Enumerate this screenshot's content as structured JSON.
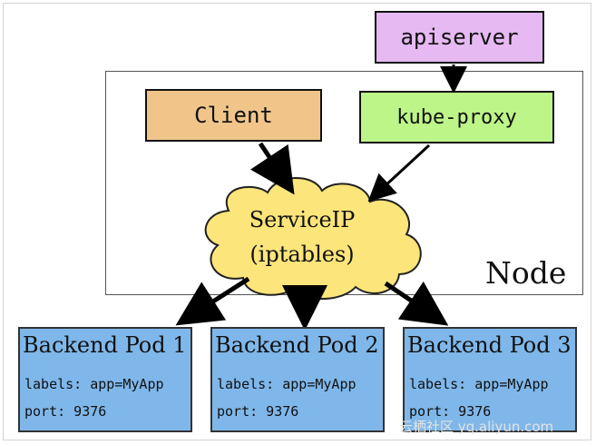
{
  "nodes": {
    "apiserver": "apiserver",
    "client": "Client",
    "kube_proxy": "kube-proxy",
    "service_ip_line1": "ServiceIP",
    "service_ip_line2": "(iptables)",
    "node": "Node"
  },
  "pods": [
    {
      "title": "Backend Pod 1",
      "labels": "labels: app=MyApp",
      "port": "port: 9376"
    },
    {
      "title": "Backend Pod 2",
      "labels": "labels: app=MyApp",
      "port": "port: 9376"
    },
    {
      "title": "Backend Pod 3",
      "labels": "labels: app=MyApp",
      "port": "port: 9376"
    }
  ],
  "watermark": "云栖社区 yq.aliyun.com",
  "colors": {
    "apiserver": "#e6b9f2",
    "client": "#f1c58a",
    "kube_proxy": "#bdf589",
    "service_cloud": "#fce57a",
    "pod": "#7fb7ea"
  }
}
